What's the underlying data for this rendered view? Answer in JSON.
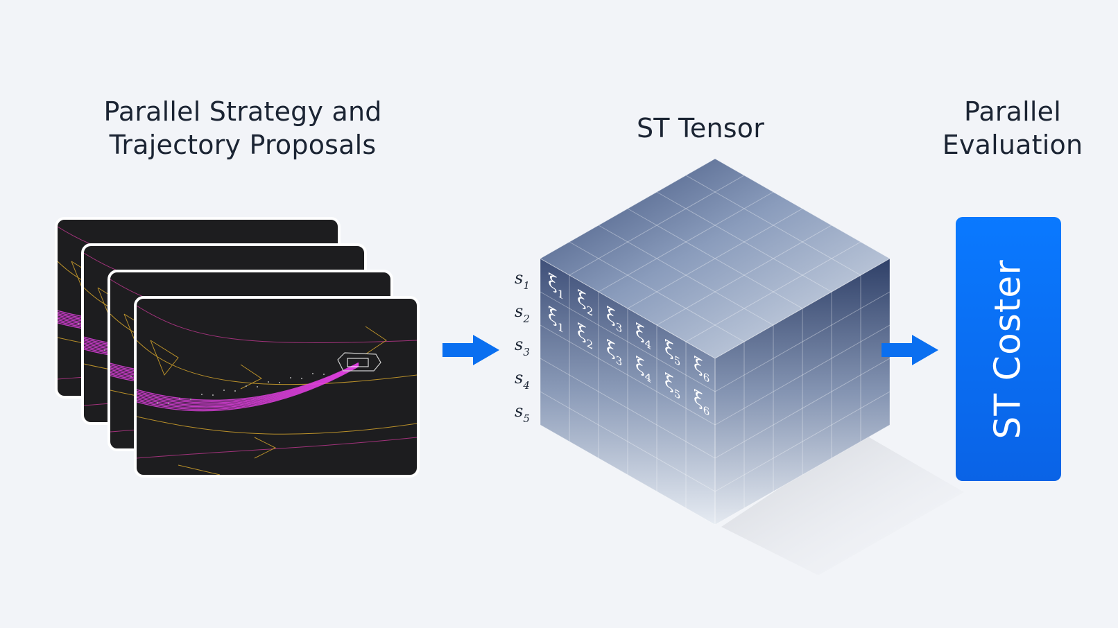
{
  "headings": {
    "left_line1": "Parallel Strategy and",
    "left_line2": "Trajectory Proposals",
    "middle": "ST Tensor",
    "right_line1": "Parallel",
    "right_line2": "Evaluation"
  },
  "coster": {
    "label": "ST Coster"
  },
  "tensor": {
    "row_labels": [
      {
        "base": "s",
        "sub": "1"
      },
      {
        "base": "s",
        "sub": "2"
      },
      {
        "base": "s",
        "sub": "3"
      },
      {
        "base": "s",
        "sub": "4"
      },
      {
        "base": "s",
        "sub": "5"
      }
    ],
    "cells": [
      {
        "row": 0,
        "col": 0,
        "base": "ξ",
        "sub": "1"
      },
      {
        "row": 1,
        "col": 0,
        "base": "ξ",
        "sub": "1"
      },
      {
        "row": 0,
        "col": 1,
        "base": "ξ",
        "sub": "2"
      },
      {
        "row": 1,
        "col": 1,
        "base": "ξ",
        "sub": "2"
      },
      {
        "row": 0,
        "col": 2,
        "base": "ξ",
        "sub": "3"
      },
      {
        "row": 1,
        "col": 2,
        "base": "ξ",
        "sub": "3"
      },
      {
        "row": 0,
        "col": 3,
        "base": "ξ",
        "sub": "4"
      },
      {
        "row": 1,
        "col": 3,
        "base": "ξ",
        "sub": "4"
      },
      {
        "row": 0,
        "col": 4,
        "base": "ξ",
        "sub": "5"
      },
      {
        "row": 1,
        "col": 4,
        "base": "ξ",
        "sub": "5"
      },
      {
        "row": 0,
        "col": 5,
        "base": "ξ",
        "sub": "6"
      },
      {
        "row": 1,
        "col": 5,
        "base": "ξ",
        "sub": "6"
      }
    ]
  },
  "colors": {
    "background": "#f2f4f8",
    "heading": "#1b2433",
    "arrow": "#0a6ff0",
    "coster": "#0a6ff0",
    "card": "#1d1d1f",
    "trajectory": "#e040e0",
    "road_lines": "#b9902a"
  }
}
